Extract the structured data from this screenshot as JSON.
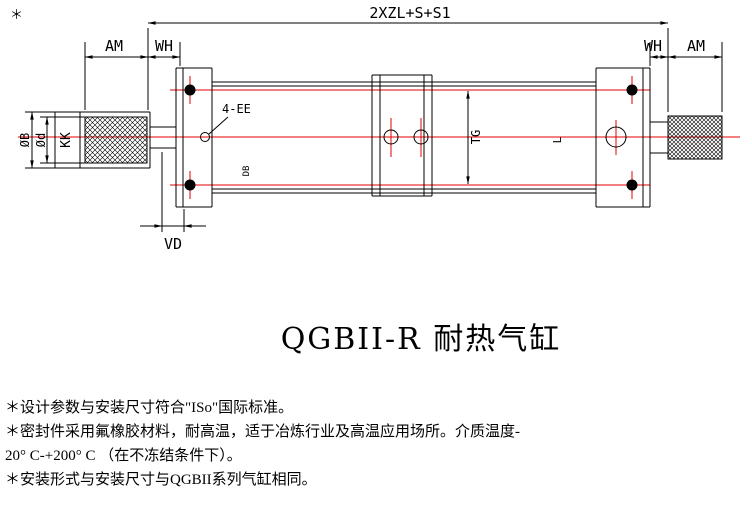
{
  "corner_mark": "＊",
  "title": "QGBII-R 耐热气缸",
  "drawing": {
    "labels": {
      "overall": "2XZL+S+S1",
      "am": "AM",
      "wh": "WH",
      "diameter_b": "ØB",
      "diameter_d": "Ød",
      "kk": "KK",
      "ports": "4-EE",
      "tg": "TG",
      "db": "DB",
      "vd": "VD",
      "l": "L"
    }
  },
  "notes": [
    "＊设计参数与安装尺寸符合\"ISo\"国际标准。",
    "＊密封件采用氟橡胶材料，耐高温，适于冶炼行业及高温应用场所。介质温度-",
    "20° C-+200° C （在不冻结条件下）。",
    "＊安装形式与安装尺寸与QGBII系列气缸相同。"
  ],
  "colors": {
    "line": "#000000",
    "centerline": "#e60000",
    "background": "#ffffff",
    "text": "#000000"
  }
}
